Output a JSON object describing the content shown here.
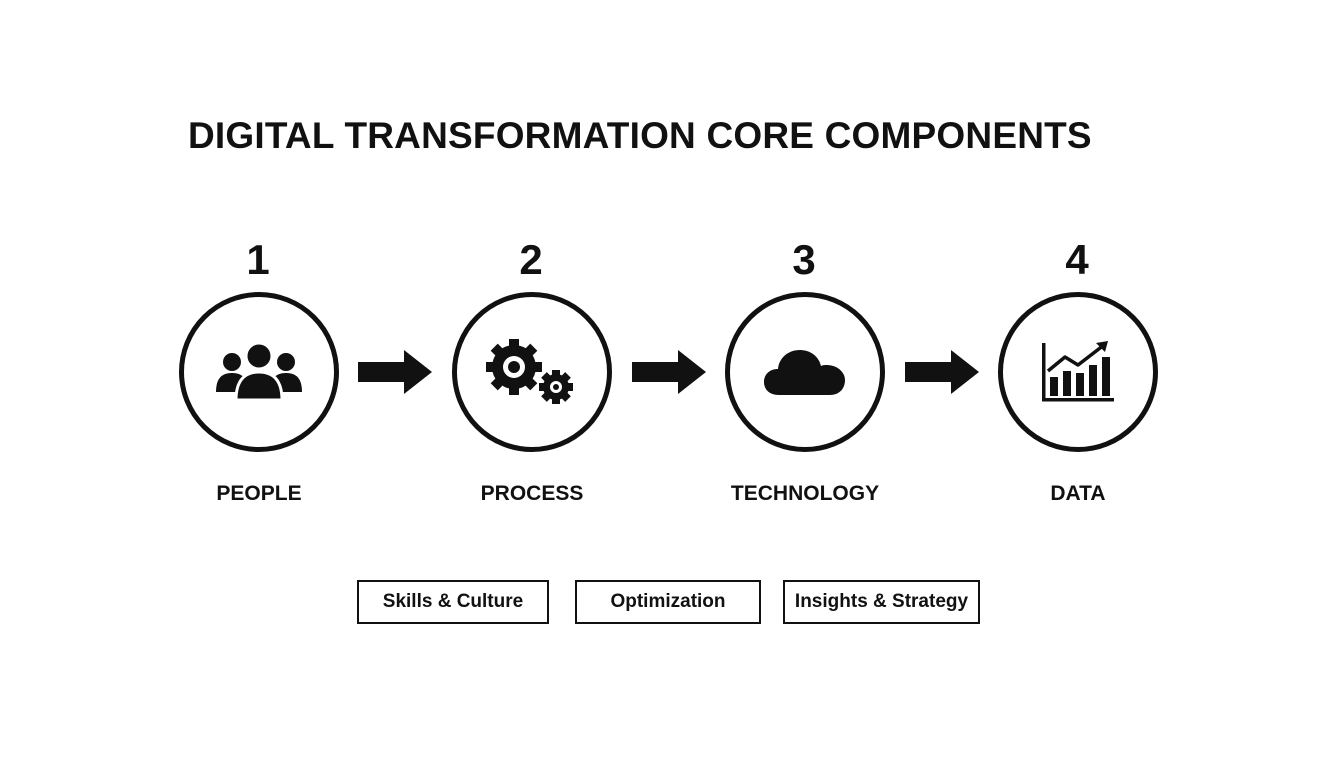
{
  "title": "DIGITAL TRANSFORMATION CORE COMPONENTS",
  "steps": [
    {
      "number": "1",
      "label": "PEOPLE",
      "icon": "people-icon"
    },
    {
      "number": "2",
      "label": "PROCESS",
      "icon": "gears-icon"
    },
    {
      "number": "3",
      "label": "TECHNOLOGY",
      "icon": "cloud-icon"
    },
    {
      "number": "4",
      "label": "DATA",
      "icon": "bar-chart-icon"
    }
  ],
  "tags": [
    {
      "label": "Skills & Culture"
    },
    {
      "label": "Optimization"
    },
    {
      "label": "Insights & Strategy"
    }
  ],
  "colors": {
    "ink": "#111111",
    "background": "#ffffff"
  }
}
